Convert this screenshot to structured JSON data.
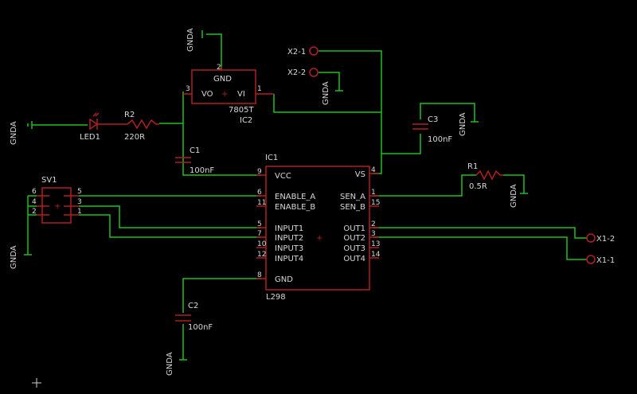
{
  "colors": {
    "background": "#000000",
    "wire": "#1fbf1f",
    "symbol": "#b02020",
    "text": "#d8d8d8"
  },
  "gnd_label": "GNDA",
  "ic1": {
    "name": "IC1",
    "value": "L298",
    "left_pins": [
      {
        "name": "VCC",
        "num": "9"
      },
      {
        "name": "ENABLE_A",
        "num": "6"
      },
      {
        "name": "ENABLE_B",
        "num": "11"
      },
      {
        "name": "INPUT1",
        "num": "5"
      },
      {
        "name": "INPUT2",
        "num": "7"
      },
      {
        "name": "INPUT3",
        "num": "10"
      },
      {
        "name": "INPUT4",
        "num": "12"
      },
      {
        "name": "GND",
        "num": "8"
      }
    ],
    "right_pins": [
      {
        "name": "VS",
        "num": "4"
      },
      {
        "name": "SEN_A",
        "num": "1"
      },
      {
        "name": "SEN_B",
        "num": "15"
      },
      {
        "name": "OUT1",
        "num": "2"
      },
      {
        "name": "OUT2",
        "num": "3"
      },
      {
        "name": "OUT3",
        "num": "13"
      },
      {
        "name": "OUT4",
        "num": "14"
      }
    ]
  },
  "ic2": {
    "name": "IC2",
    "value": "7805T",
    "gnd": "GND",
    "vo": "VO",
    "vi": "VI",
    "pin_gnd": "2",
    "pin_vo": "3",
    "pin_vi": "1"
  },
  "c1": {
    "name": "C1",
    "value": "100nF"
  },
  "c2": {
    "name": "C2",
    "value": "100nF"
  },
  "c3": {
    "name": "C3",
    "value": "100nF"
  },
  "r1": {
    "name": "R1",
    "value": "0.5R"
  },
  "r2": {
    "name": "R2",
    "value": "220R"
  },
  "led1": {
    "name": "LED1"
  },
  "sv1": {
    "name": "SV1",
    "pins": [
      "6",
      "4",
      "2",
      "5",
      "3",
      "1"
    ]
  },
  "connectors": {
    "x2_1": "X2-1",
    "x2_2": "X2-2",
    "x1_1": "X1-1",
    "x1_2": "X1-2"
  }
}
